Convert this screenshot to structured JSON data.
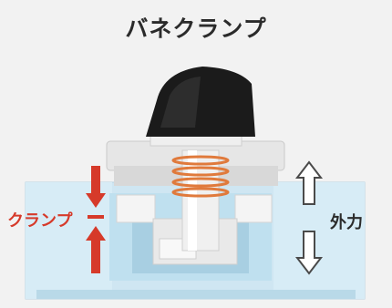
{
  "title": "バネクランプ",
  "labels": {
    "clamp": "クランプ",
    "external_force": "外力"
  },
  "colors": {
    "background": "#f2f2f2",
    "clamp_red": "#d63a2a",
    "knob_black": "#1b1b1b",
    "block_blue": "#cfe6f2",
    "spring_orange": "#e07a3c",
    "arrow_outline": "#4a4a4a"
  }
}
